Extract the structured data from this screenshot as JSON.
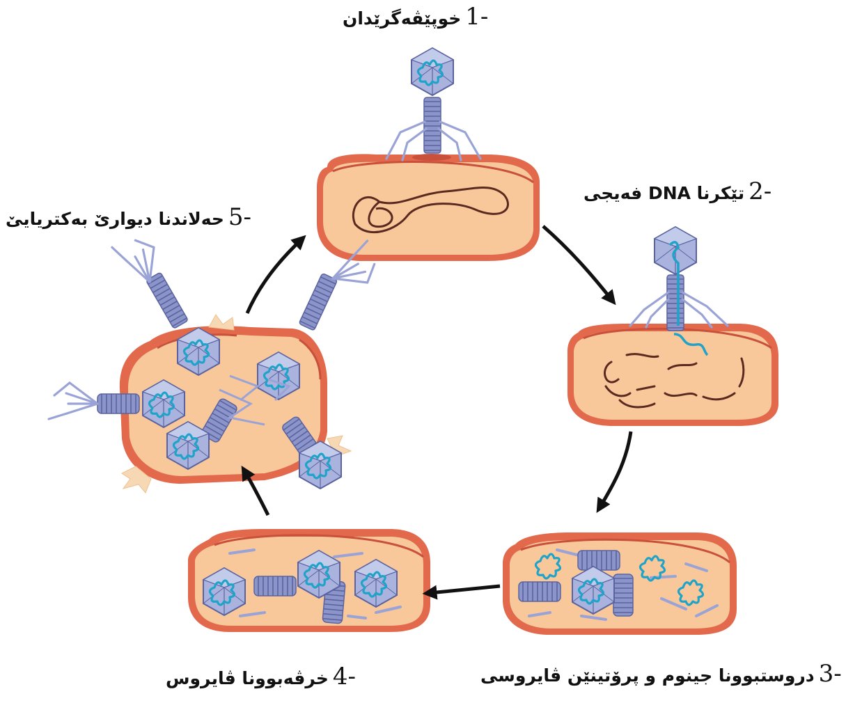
{
  "steps": [
    {
      "num": "1-",
      "text": "خوپێڤەگرێدان"
    },
    {
      "num": "2-",
      "text": "تێکرنا DNA فەیجی"
    },
    {
      "num": "3-",
      "text": "دروستبوونا جینوم و پرۆتینێن ڤایروسی"
    },
    {
      "num": "4-",
      "text": "خرڤەبوونا ڤایروس"
    },
    {
      "num": "5-",
      "text": "حەلاندنا دیوارێ بەکتریایێ"
    }
  ],
  "colors": {
    "cell_fill": "#F8C79A",
    "cell_wall": "#E2694C",
    "cell_wall_dark": "#C9503A",
    "cell_rim": "#F2A489",
    "dna_bacterial": "#5A2A20",
    "dna_viral": "#1FA3C9",
    "phage_fill": "#A9B3DE",
    "phage_stroke": "#5A63A0",
    "arrow": "#111111",
    "debris": "#F7D8B4"
  }
}
